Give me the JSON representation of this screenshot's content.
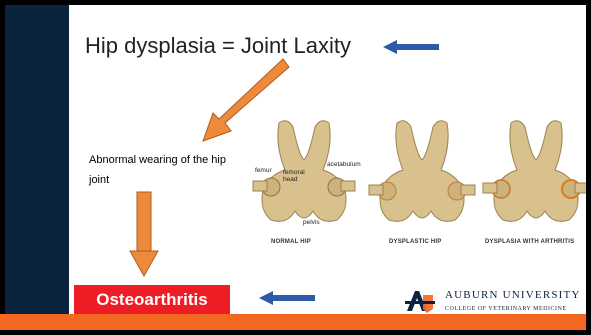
{
  "slide": {
    "title": "Hip dysplasia = Joint Laxity",
    "effect_text": "Abnormal wearing of the hip joint",
    "result_text": "Osteoarthritis"
  },
  "figure": {
    "labels": [
      "Normal Hip",
      "Dysplastic Hip",
      "Dysplasia with Arthritis"
    ],
    "annotations": {
      "acetabulum": "acetabulum",
      "femoral_head": "femoral head",
      "femur": "femur",
      "pelvis": "pelvis"
    }
  },
  "logo": {
    "name": "AUBURN UNIVERSITY",
    "subtitle": "COLLEGE OF VETERINARY MEDICINE"
  },
  "colors": {
    "navy": "#0c2340",
    "orange": "#f26722",
    "arrow_orange": "#ee8a3c",
    "arrow_blue": "#2e5aa8",
    "red_box": "#ee1c25"
  }
}
